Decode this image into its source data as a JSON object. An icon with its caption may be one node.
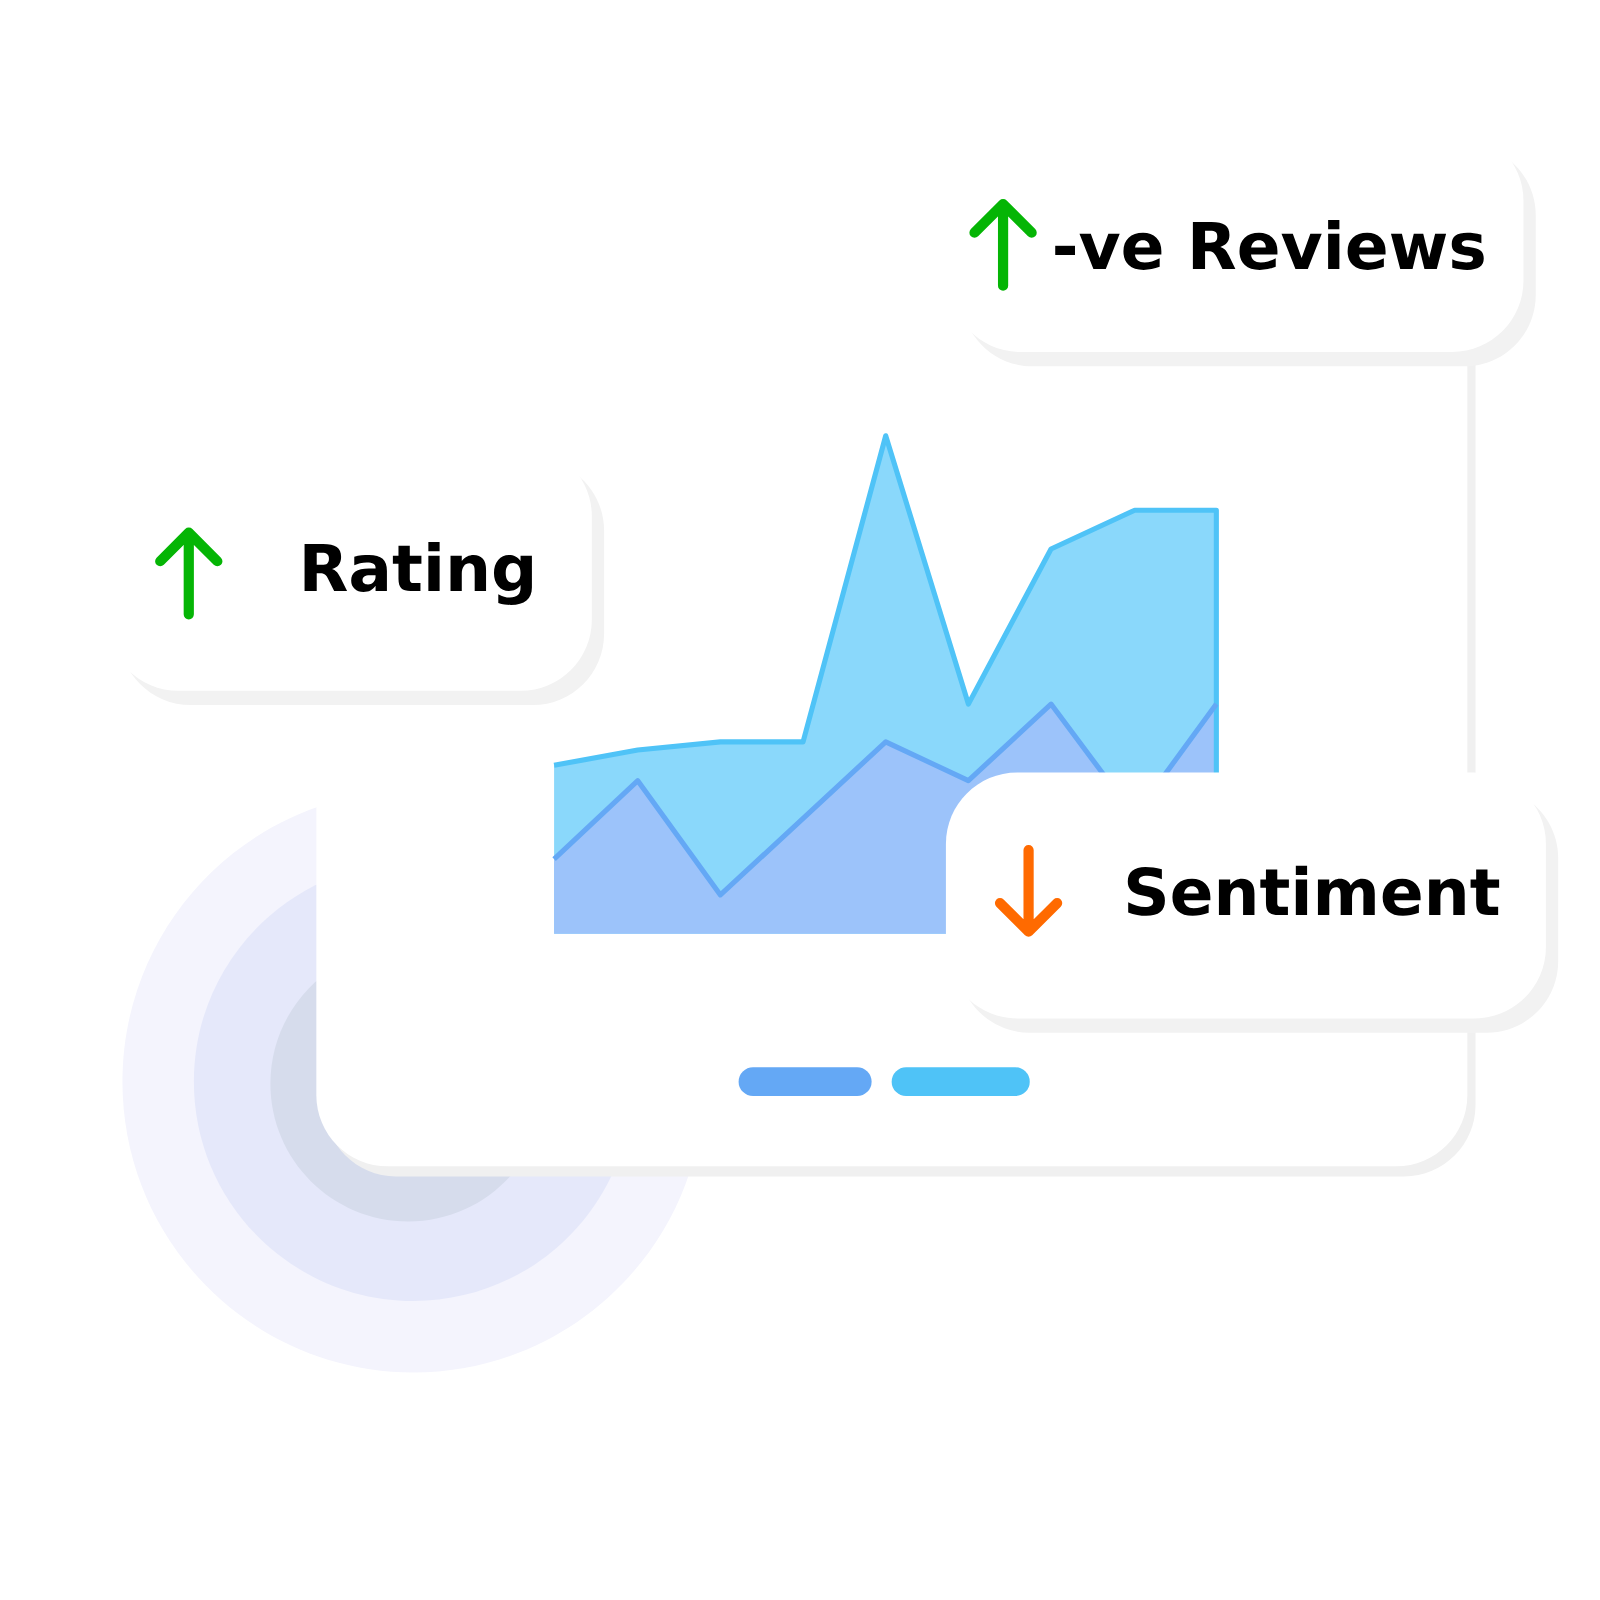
{
  "diagram": {
    "nodes": [
      {
        "text": [
          "-ve Reviews"
        ]
      },
      {
        "text": [
          "Rating"
        ]
      },
      {
        "text": [
          "Sentiment"
        ]
      }
    ]
  }
}
